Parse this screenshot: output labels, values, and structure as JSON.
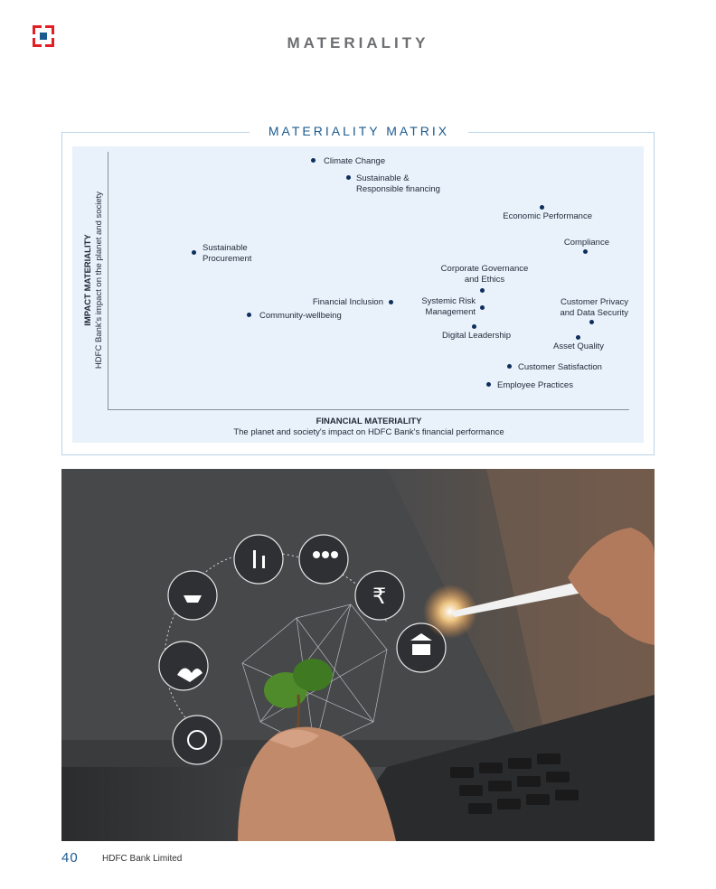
{
  "header": {
    "title": "MATERIALITY"
  },
  "matrix": {
    "title": "MATERIALITY MATRIX",
    "y_axis": {
      "title": "IMPACT MATERIALITY",
      "subtitle": "HDFC Bank's impact on the planet and society"
    },
    "x_axis": {
      "title": "FINANCIAL MATERIALITY",
      "subtitle": "The planet and society's impact on HDFC Bank's financial performance"
    },
    "items": [
      {
        "label": "Climate Change"
      },
      {
        "label": "Sustainable &\nResponsible financing"
      },
      {
        "label": "Economic Performance"
      },
      {
        "label": "Compliance"
      },
      {
        "label": "Sustainable\nProcurement"
      },
      {
        "label": "Corporate Governance\nand Ethics"
      },
      {
        "label": "Financial Inclusion"
      },
      {
        "label": "Systemic Risk\nManagement"
      },
      {
        "label": "Customer Privacy\nand Data Security"
      },
      {
        "label": "Community-wellbeing"
      },
      {
        "label": "Digital Leadership"
      },
      {
        "label": "Asset Quality"
      },
      {
        "label": "Customer Satisfaction"
      },
      {
        "label": "Employee Practices"
      }
    ]
  },
  "colors": {
    "brand_blue": "#1b5a8e",
    "brand_red": "#e31e24",
    "dot": "#0d2f5c",
    "panel": "#e9f1fb"
  },
  "footer": {
    "page_number": "40",
    "company": "HDFC Bank Limited"
  }
}
